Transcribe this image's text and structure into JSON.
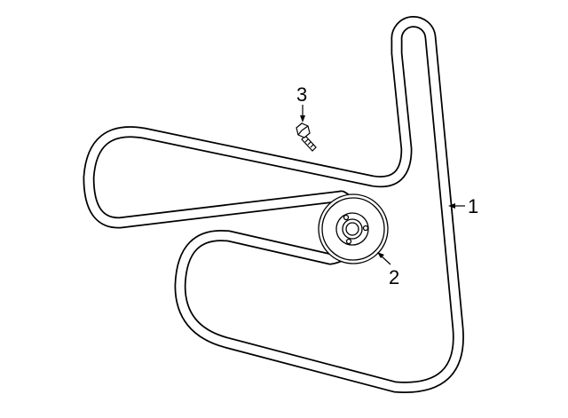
{
  "diagram": {
    "callouts": [
      {
        "id": "1",
        "label": "1",
        "part": "belt"
      },
      {
        "id": "2",
        "label": "2",
        "part": "idler-pulley"
      },
      {
        "id": "3",
        "label": "3",
        "part": "bolt"
      }
    ],
    "colors": {
      "line": "#000000",
      "background": "#ffffff"
    }
  }
}
